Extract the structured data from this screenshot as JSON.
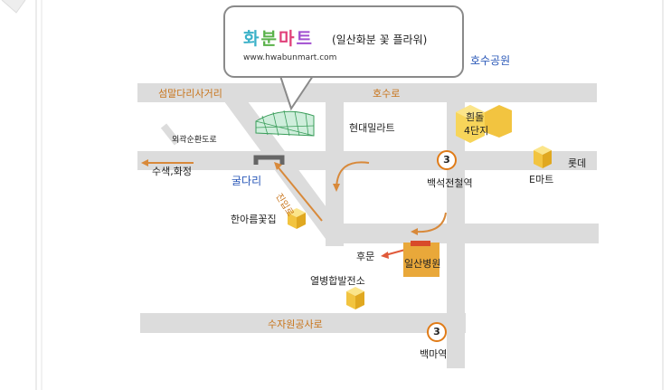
{
  "header": {
    "brand_text": "화분마트",
    "store_name": "(일산화분 꽃 플라워)",
    "website": "www.hwabunmart.com"
  },
  "metro_lines": {
    "line_3_top": "3",
    "line_3_bottom": "3"
  },
  "places": {
    "hosu_park": "호수공원",
    "seommal_intersection": "섬말다리사거리",
    "hosu_road": "호수로",
    "hyundai_millart": "현대밀라트",
    "huindol_1": "흰돌",
    "huindol_2": "4단지",
    "outer_ring_road": "외곽순환도로",
    "lotte": "롯데",
    "susaek": "수색,화정",
    "guldari": "굴다리",
    "baekseok_station": "백석전철역",
    "emart": "E마트",
    "entrance_road": "진입로",
    "hanareum": "한아름꽃집",
    "back_gate": "후문",
    "ilsan_hospital": "일산병원",
    "fire_station": "열병합발전소",
    "sujawon_road": "수자원공사로",
    "baekma_station": "백마역"
  },
  "colors": {
    "road": "#dcdcdc",
    "route_arrow": "#d8893a",
    "building_yellow": "#f3c23a",
    "metro_ring": "#e07b17",
    "label_orange": "#c8741a",
    "label_blue": "#2a58b8",
    "hospital_fill": "#e9a83a",
    "hospital_roof": "#d84a2a"
  }
}
